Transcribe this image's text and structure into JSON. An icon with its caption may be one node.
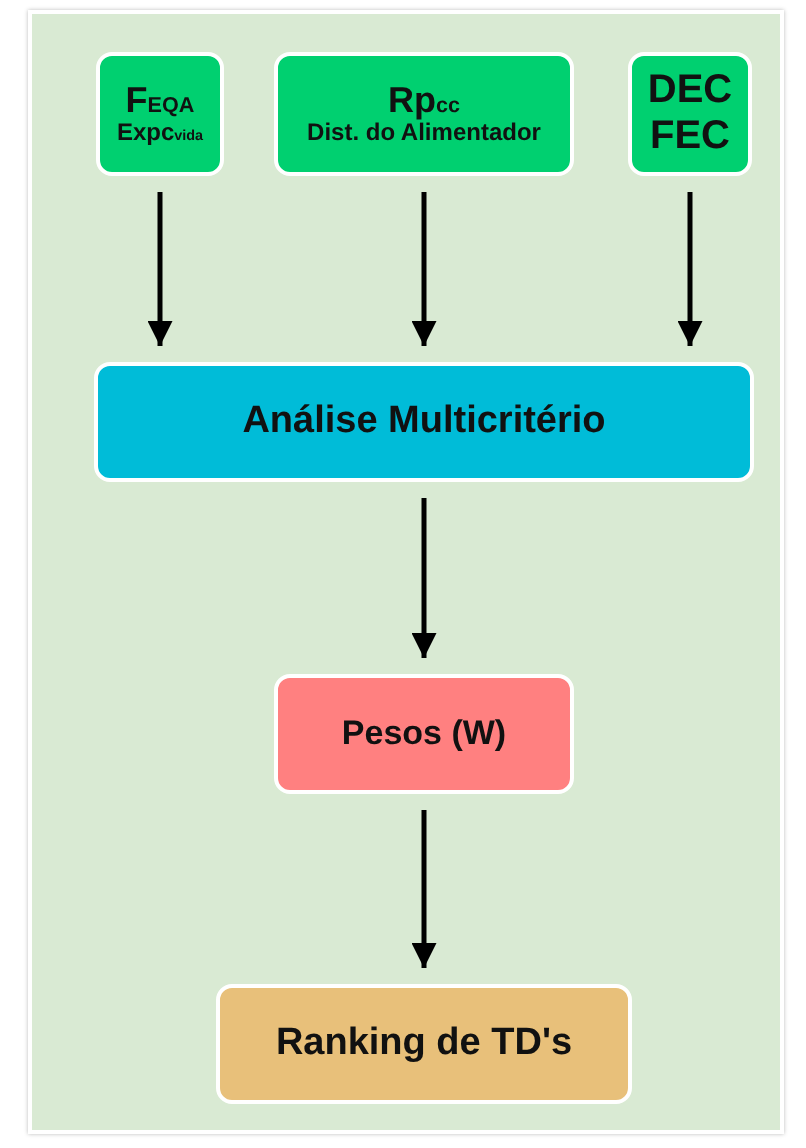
{
  "diagram": {
    "nodes": [
      {
        "text": [
          "F$_{EQA}$",
          "Expc$_{vida}$"
        ]
      },
      {
        "text": [
          "Rp$_{cc}$",
          "Dist. do Alimentador"
        ]
      },
      {
        "text": [
          "DEC",
          "FEC"
        ]
      },
      {
        "text": [
          "Análise Multicritério"
        ]
      },
      {
        "text": [
          "Pesos (W)"
        ]
      },
      {
        "text": [
          "Ranking de TD's"
        ]
      }
    ],
    "edges": [
      {
        "from": 0,
        "to": 3,
        "arrow": "to"
      },
      {
        "from": 1,
        "to": 3,
        "arrow": "to"
      },
      {
        "from": 2,
        "to": 3,
        "arrow": "to"
      },
      {
        "from": 3,
        "to": 4,
        "arrow": "to"
      },
      {
        "from": 4,
        "to": 5,
        "arrow": "to"
      }
    ]
  }
}
